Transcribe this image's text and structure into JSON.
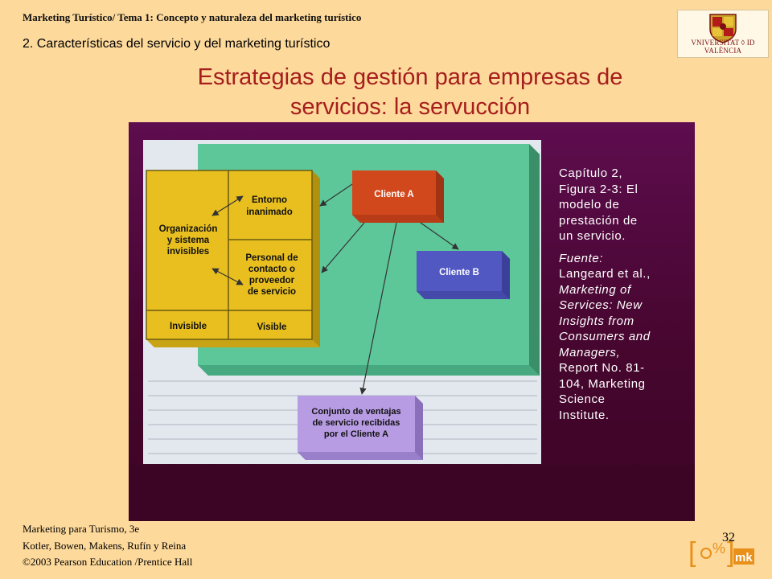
{
  "header": {
    "title": "Marketing Turístico/ Tema 1: Concepto y naturaleza del marketing turístico",
    "subtitle": "2. Características del servicio y del marketing turístico"
  },
  "logo": {
    "text": "VNIVERSITAT ◊ ID VALÈNCIA"
  },
  "slide_title": {
    "line1": "Estrategias de gestión para empresas de",
    "line2": "servicios: la servucción"
  },
  "diagram": {
    "left_box": {
      "org_line1": "Organización",
      "org_line2": "y sistema",
      "org_line3": "invisibles",
      "bottom_label": "Invisible"
    },
    "middle_box": {
      "entorno_line1": "Entorno",
      "entorno_line2": "inanimado",
      "personal_line1": "Personal de",
      "personal_line2": "contacto o",
      "personal_line3": "proveedor",
      "personal_line4": "de servicio",
      "bottom_label": "Visible"
    },
    "cliente_a": "Cliente A",
    "cliente_b": "Cliente B",
    "ventajas": {
      "line1": "Conjunto de ventajas",
      "line2": "de servicio recibidas",
      "line3": "por el Cliente A"
    },
    "colors": {
      "yellow": "#e8bf1f",
      "green": "#5ec79a",
      "red": "#d2481d",
      "blue": "#5158c2",
      "purple": "#b79ce3"
    }
  },
  "caption": {
    "l1": "Capítulo 2,",
    "l2": "Figura 2-3: El",
    "l3": "modelo de",
    "l4": "prestación de",
    "l5": "un servicio.",
    "l6": "Fuente:",
    "l7": "Langeard et al.,",
    "l8": "Marketing of",
    "l9": "Services: New",
    "l10": "Insights from",
    "l11": "Consumers and",
    "l12": "Managers,",
    "l13": "Report No. 81-",
    "l14": "104, Marketing",
    "l15": "Science",
    "l16": "Institute."
  },
  "footer": {
    "line1": "Marketing para Turismo,  3e",
    "line2": "Kotler, Bowen, Makens, Rufín y Reina",
    "line3": "©2003 Pearson Education /Prentice Hall"
  },
  "page_number": "32"
}
